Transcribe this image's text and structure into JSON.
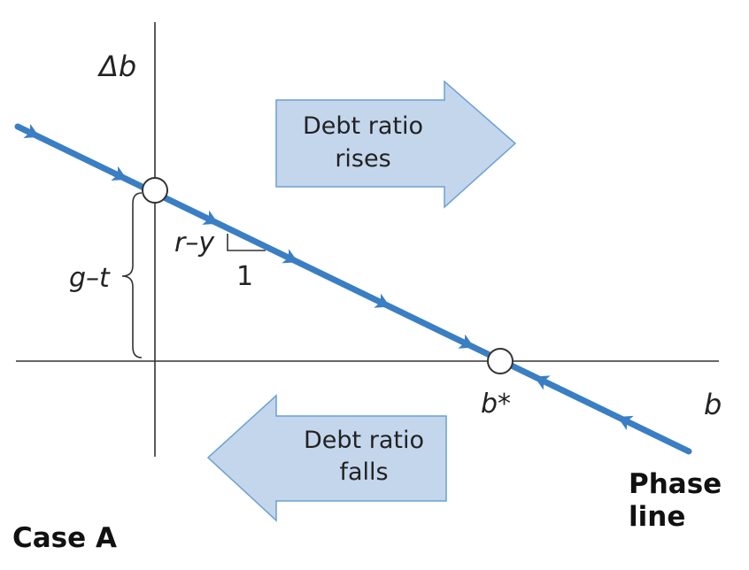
{
  "colors": {
    "phase_line": "#3a7ec4",
    "arrow_fill": "#c4d6ec",
    "arrow_stroke": "#6aa0d2",
    "axis": "#333333"
  },
  "axes": {
    "y_label": "Δb",
    "x_label": "b"
  },
  "labels": {
    "intercept": "g–t",
    "slope_top": "r–y",
    "slope_bottom": "1",
    "steady_state": "b*",
    "phase_line_1": "Phase",
    "phase_line_2": "line",
    "case": "Case A"
  },
  "arrows": {
    "rises_line1": "Debt ratio",
    "rises_line2": "rises",
    "falls_line1": "Debt ratio",
    "falls_line2": "falls"
  }
}
